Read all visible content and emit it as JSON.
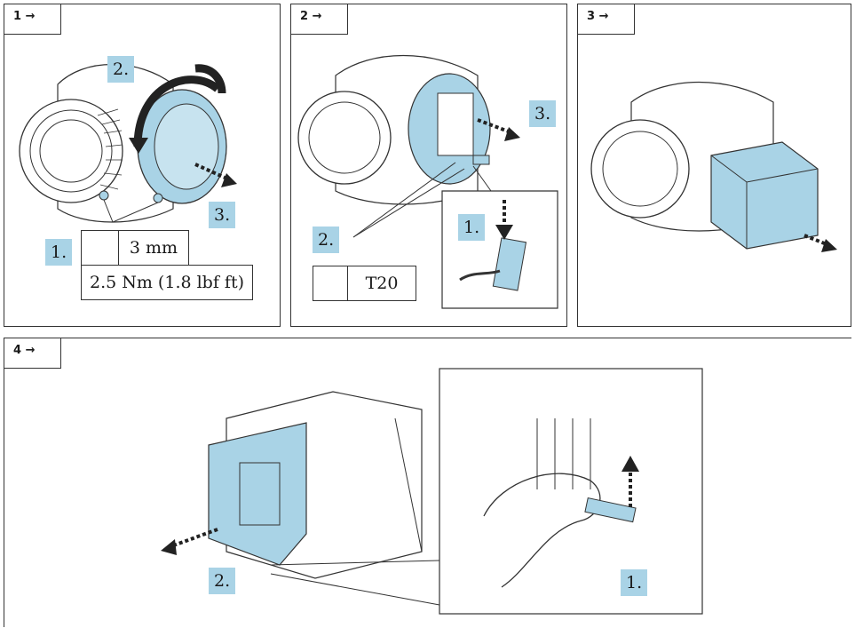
{
  "steps": [
    {
      "label": "1 →",
      "callouts": [
        "2.",
        "3.",
        "1."
      ],
      "tool_size": "3 mm",
      "torque": "2.5 Nm (1.8 lbf ft)",
      "tool_icon": "hex-key-icon"
    },
    {
      "label": "2 →",
      "callouts": [
        "3.",
        "2.",
        "1."
      ],
      "tool": "T20",
      "tool_icon": "torx-icon"
    },
    {
      "label": "3 →"
    },
    {
      "label": "4 →",
      "callouts": [
        "2.",
        "1."
      ]
    }
  ],
  "colors": {
    "highlight": "#a9d3e6",
    "line": "#333333"
  }
}
